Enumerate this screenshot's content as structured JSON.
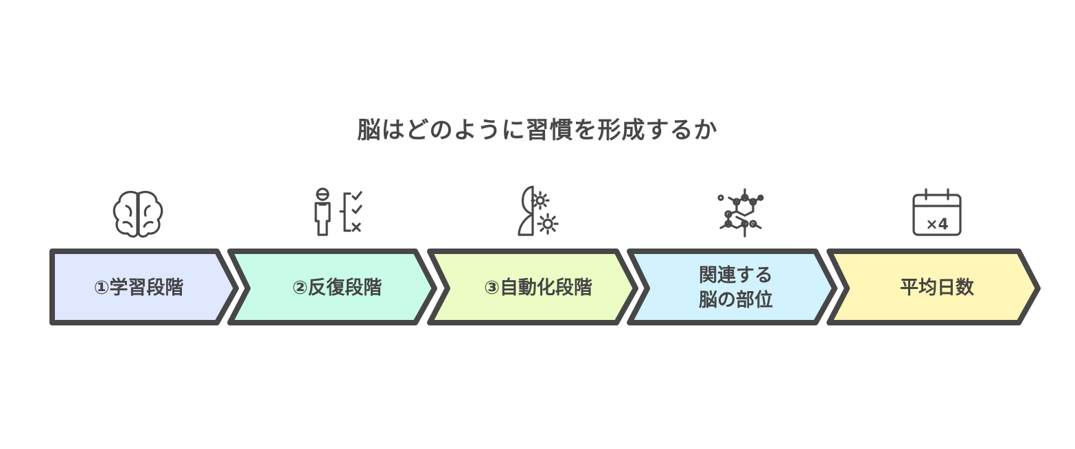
{
  "title": "脳はどのように習慣を形成するか",
  "steps": [
    {
      "lines": [
        "①学習段階"
      ],
      "icon": "brain-icon",
      "fill": "#dfe8ff"
    },
    {
      "lines": [
        "②反復段階"
      ],
      "icon": "person-checklist-icon",
      "fill": "#c9fce8"
    },
    {
      "lines": [
        "③自動化段階"
      ],
      "icon": "head-gears-icon",
      "fill": "#ecfcc4"
    },
    {
      "lines": [
        "関連する",
        "脳の部位"
      ],
      "icon": "molecule-network-icon",
      "fill": "#d2f2fd"
    },
    {
      "lines": [
        "平均日数"
      ],
      "icon": "calendar-x4-icon",
      "fill": "#fff6b8"
    }
  ],
  "calendar_icon_text": "×4",
  "colors": {
    "stroke": "#474747",
    "text": "#444444"
  }
}
